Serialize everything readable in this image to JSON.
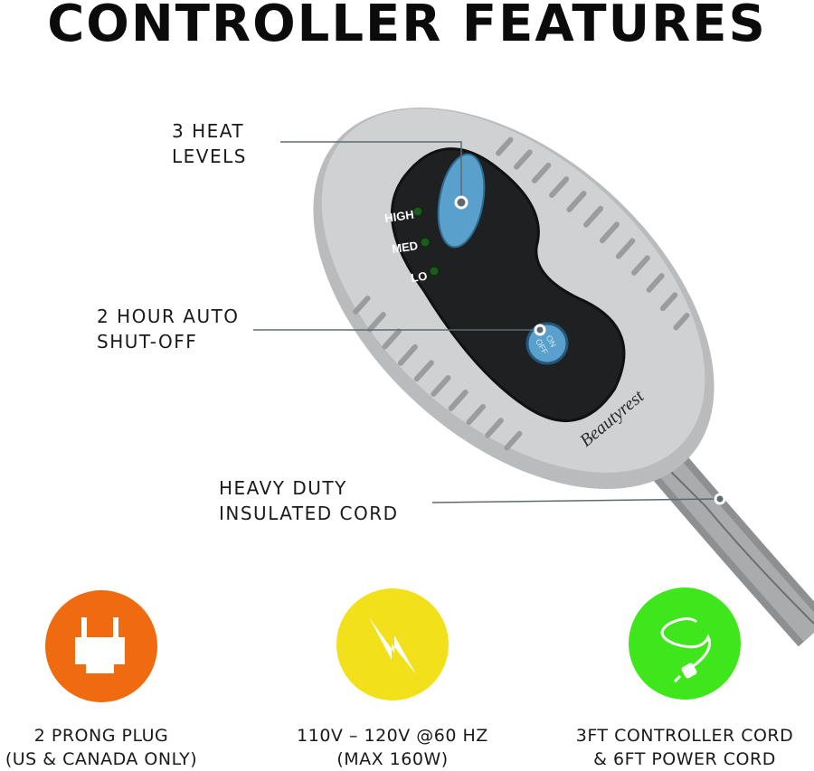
{
  "title": "CONTROLLER FEATURES",
  "callouts": {
    "heat": {
      "line1": "3 HEAT",
      "line2": "LEVELS"
    },
    "shutoff": {
      "line1": "2 HOUR AUTO",
      "line2": "SHUT-OFF"
    },
    "cord": {
      "line1": "HEAVY DUTY",
      "line2": "INSULATED CORD"
    }
  },
  "controller": {
    "levels": [
      "HIGH",
      "MED",
      "LO"
    ],
    "power_button": {
      "line1": "ON",
      "line2": "OFF"
    },
    "brand": "Beautyrest"
  },
  "features": [
    {
      "icon": "plug-icon",
      "color": "#f06a10",
      "line1": "2 PRONG PLUG",
      "line2": "(US & CANADA ONLY)"
    },
    {
      "icon": "lightning-icon",
      "color": "#f2e01a",
      "line1": "110V – 120V @60 HZ",
      "line2": "(MAX 160W)"
    },
    {
      "icon": "cord-icon",
      "color": "#3fe61c",
      "line1": "3FT CONTROLLER CORD",
      "line2": "& 6FT POWER CORD"
    }
  ]
}
